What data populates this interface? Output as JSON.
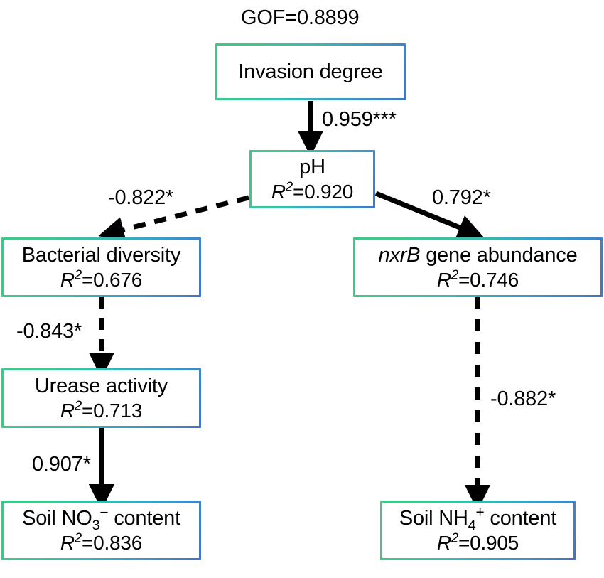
{
  "figure": {
    "type": "path-diagram",
    "gof_label": "GOF=0.8899",
    "background": "#ffffff",
    "box_border_gradient": [
      "#3ec98c",
      "#35bfae",
      "#3a9cc9",
      "#4472c4"
    ],
    "line_color": "#000000"
  },
  "nodes": {
    "invasion_degree": {
      "label": "Invasion degree",
      "r2": ""
    },
    "ph": {
      "label": "pH",
      "r2_prefix": "R",
      "r2_exp": "2",
      "r2_value": "=0.920"
    },
    "bacterial_diversity": {
      "label": "Bacterial diversity",
      "r2_prefix": "R",
      "r2_exp": "2",
      "r2_value": "=0.676"
    },
    "nxrb_gene_abundance": {
      "label_italic": "nxrB",
      "label_rest": " gene abundance",
      "r2_prefix": "R",
      "r2_exp": "2",
      "r2_value": "=0.746"
    },
    "urease_activity": {
      "label": "Urease activity",
      "r2_prefix": "R",
      "r2_exp": "2",
      "r2_value": "=0.713"
    },
    "soil_no3_content": {
      "label_pre": "Soil NO",
      "label_sub": "3",
      "label_charge": "−",
      "label_post": " content",
      "r2_prefix": "R",
      "r2_exp": "2",
      "r2_value": "=0.836"
    },
    "soil_nh4_content": {
      "label_pre": "Soil NH",
      "label_sub": "4",
      "label_charge": "+",
      "label_post": " content",
      "r2_prefix": "R",
      "r2_exp": "2",
      "r2_value": "=0.905"
    }
  },
  "edges": {
    "invasion_to_ph": {
      "coefficient": "0.959***",
      "style": "solid",
      "sign": "positive"
    },
    "ph_to_bacterial_diversity": {
      "coefficient": "-0.822*",
      "style": "dashed",
      "sign": "negative"
    },
    "ph_to_nxrb": {
      "coefficient": "0.792*",
      "style": "solid",
      "sign": "positive"
    },
    "bacterial_to_urease": {
      "coefficient": "-0.843*",
      "style": "dashed",
      "sign": "negative"
    },
    "urease_to_no3": {
      "coefficient": "0.907*",
      "style": "solid",
      "sign": "positive"
    },
    "nxrb_to_nh4": {
      "coefficient": "-0.882*",
      "style": "dashed",
      "sign": "negative"
    }
  }
}
